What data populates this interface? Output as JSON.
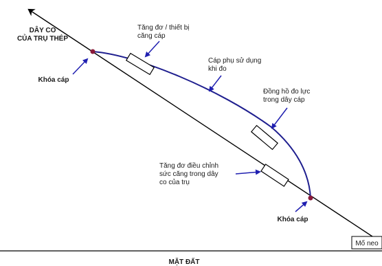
{
  "labels": {
    "guy_wire_line1": "DÂY CO",
    "guy_wire_line2": "CỦA TRỤ THÉP",
    "cable_lock_top": "Khóa cáp",
    "cable_lock_bottom": "Khóa cáp",
    "turnbuckle_device_line1": "Tăng đơ / thiết bị",
    "turnbuckle_device_line2": "căng cáp",
    "aux_cable_line1": "Cáp phụ sử dụng",
    "aux_cable_line2": "khi đo",
    "meter_line1": "Đồng hồ đo lực",
    "meter_line2": "trong dây cáp",
    "adjust_turnbuckle_line1": "Tăng đơ điều chỉnh",
    "adjust_turnbuckle_line2": "sức căng trong dây",
    "adjust_turnbuckle_line3": "co của trụ",
    "anchor": "Mố neo",
    "ground": "MẶT ĐẤT"
  },
  "colors": {
    "main_line": "#000000",
    "aux_cable": "#1f1f8f",
    "lock_point": "#8b1a3a",
    "arrow": "#1f1fb0"
  }
}
